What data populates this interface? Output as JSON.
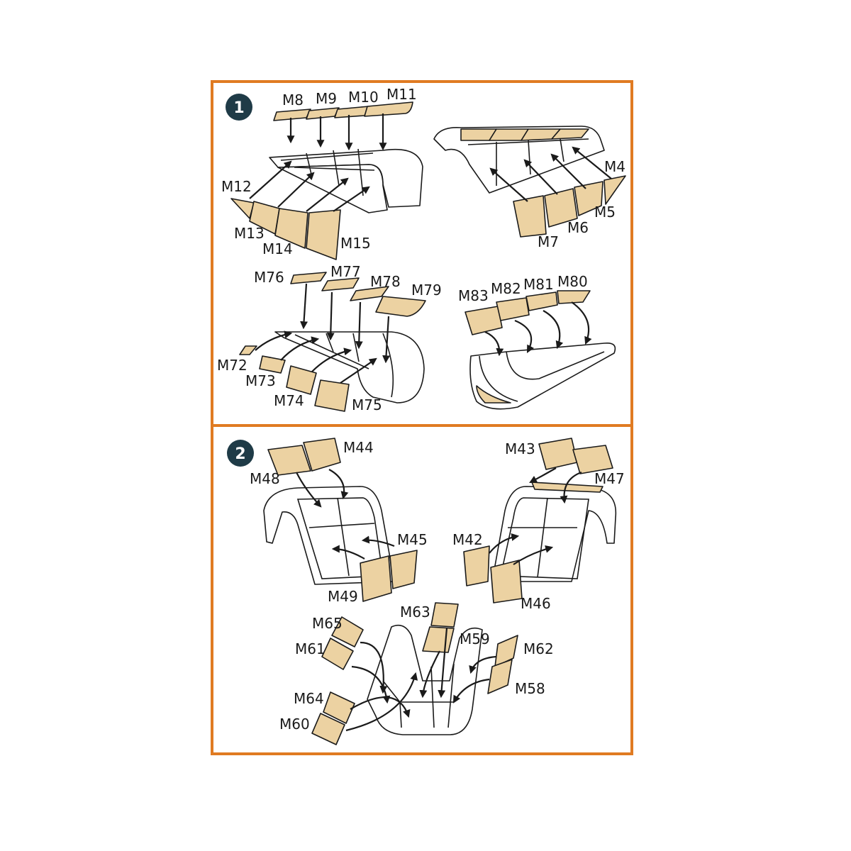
{
  "steps": [
    {
      "number": "1"
    },
    {
      "number": "2"
    }
  ],
  "labels": {
    "M4": "M4",
    "M5": "M5",
    "M6": "M6",
    "M7": "M7",
    "M8": "M8",
    "M9": "M9",
    "M10": "M10",
    "M11": "M11",
    "M12": "M12",
    "M13": "M13",
    "M14": "M14",
    "M15": "M15",
    "M42": "M42",
    "M43": "M43",
    "M44": "M44",
    "M45": "M45",
    "M46": "M46",
    "M47": "M47",
    "M48": "M48",
    "M49": "M49",
    "M58": "M58",
    "M59": "M59",
    "M60": "M60",
    "M61": "M61",
    "M62": "M62",
    "M63": "M63",
    "M64": "M64",
    "M65": "M65",
    "M72": "M72",
    "M73": "M73",
    "M74": "M74",
    "M75": "M75",
    "M76": "M76",
    "M77": "M77",
    "M78": "M78",
    "M79": "M79",
    "M80": "M80",
    "M81": "M81",
    "M82": "M82",
    "M83": "M83"
  },
  "colors": {
    "frame_border": "#e07b22",
    "badge": "#1f3b47",
    "mask_fill": "#ecd2a2",
    "line": "#1a1a1a"
  }
}
